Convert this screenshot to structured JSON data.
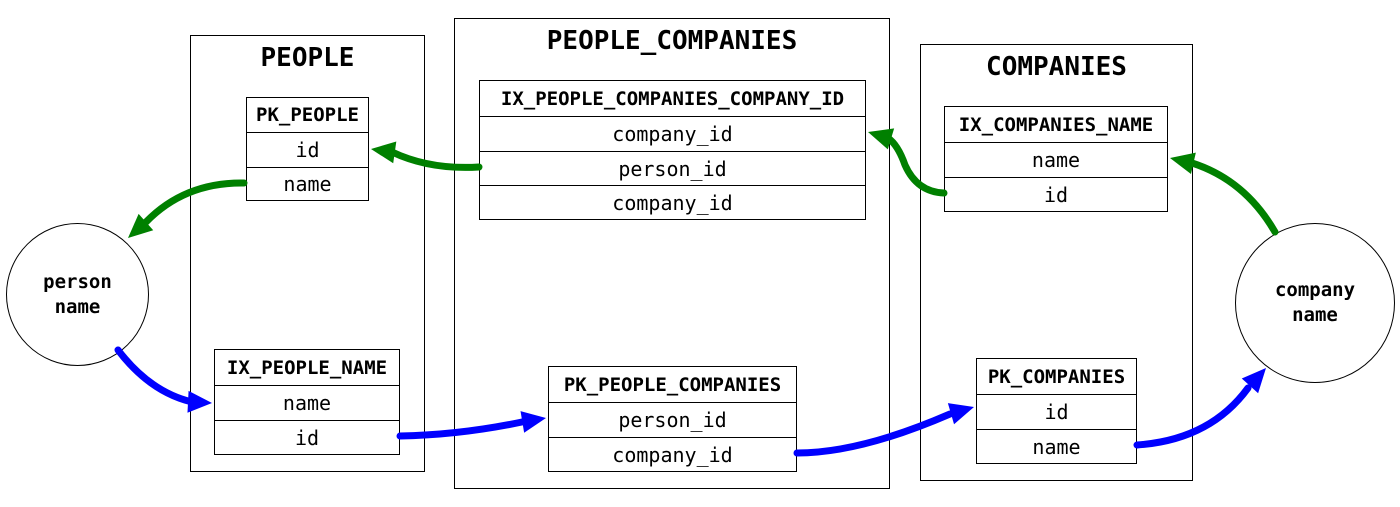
{
  "colors": {
    "lookup": "#0000ff",
    "return": "#008000"
  },
  "groups": [
    {
      "id": "people",
      "title": "PEOPLE"
    },
    {
      "id": "people-companies",
      "title": "PEOPLE_COMPANIES"
    },
    {
      "id": "companies",
      "title": "COMPANIES"
    }
  ],
  "tables": [
    {
      "id": "pk-people",
      "header": "PK_PEOPLE",
      "rows": [
        "id",
        "name"
      ]
    },
    {
      "id": "ix-people-name",
      "header": "IX_PEOPLE_NAME",
      "rows": [
        "name",
        "id"
      ]
    },
    {
      "id": "ix-people-companies-company-id",
      "header": "IX_PEOPLE_COMPANIES_COMPANY_ID",
      "rows": [
        "company_id",
        "person_id",
        "company_id"
      ]
    },
    {
      "id": "pk-people-companies",
      "header": "PK_PEOPLE_COMPANIES",
      "rows": [
        "person_id",
        "company_id"
      ]
    },
    {
      "id": "ix-companies-name",
      "header": "IX_COMPANIES_NAME",
      "rows": [
        "name",
        "id"
      ]
    },
    {
      "id": "pk-companies",
      "header": "PK_COMPANIES",
      "rows": [
        "id",
        "name"
      ]
    }
  ],
  "nodes": [
    {
      "id": "person-name",
      "lines": [
        "person",
        "name"
      ]
    },
    {
      "id": "company-name",
      "lines": [
        "company",
        "name"
      ]
    }
  ]
}
